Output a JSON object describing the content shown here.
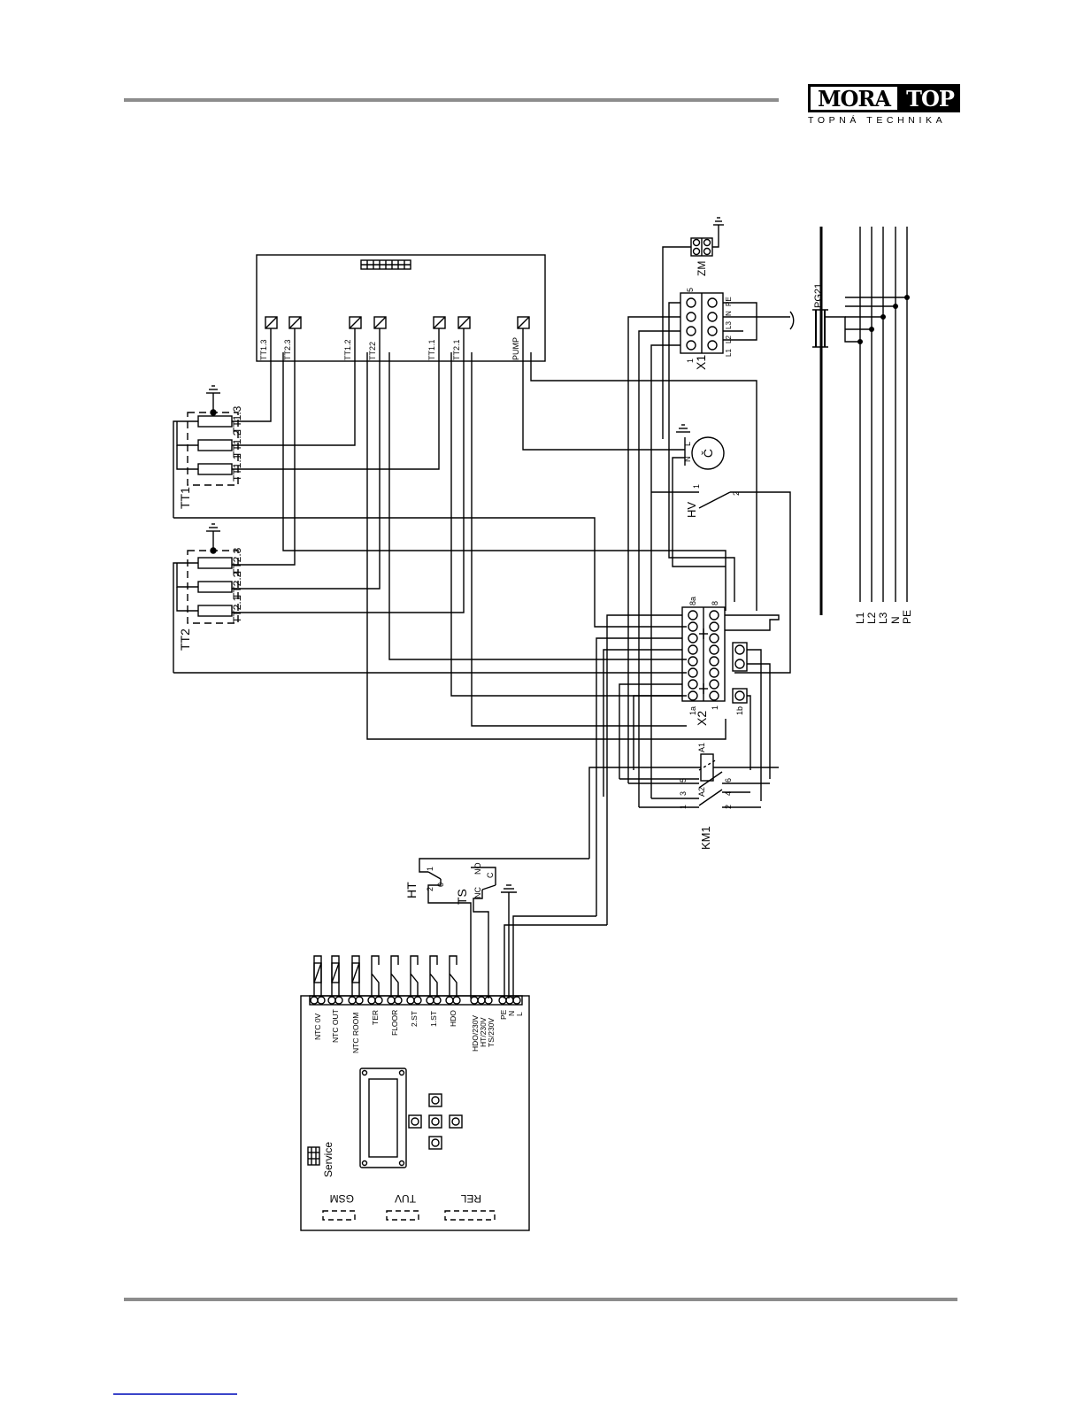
{
  "header": {
    "logo_left": "MORA",
    "logo_right": "TOP",
    "logo_tagline": "TOPNÁ TECHNIKA"
  },
  "board_top": {
    "terminals": [
      "TT1.3",
      "TT2.3",
      "TT1.2",
      "TT22",
      "TT1.1",
      "TT2.1",
      "PUMP"
    ]
  },
  "sensor_tt1": {
    "group": "TT1",
    "items": [
      "TT1.3",
      "TT1.2",
      "TT1.1"
    ]
  },
  "sensor_tt2": {
    "group": "TT2",
    "items": [
      "TT2.3",
      "TT2.2",
      "TT2.1"
    ]
  },
  "terminal_x1": {
    "label": "X1",
    "top_num": "1",
    "bottom_num": "5",
    "phases": [
      "L1",
      "L2",
      "L3",
      "N",
      "PE"
    ]
  },
  "terminal_zm": {
    "label": "ZM"
  },
  "gland": {
    "label": "PG21"
  },
  "supply_lines": [
    "L1",
    "L2",
    "L3",
    "N",
    "PE"
  ],
  "pump": {
    "symbol": "Č",
    "pins": [
      "N",
      "L"
    ]
  },
  "switch_hv": {
    "label": "HV",
    "pin1": "1",
    "pin2": "2"
  },
  "terminal_x2": {
    "label": "X2",
    "tags": [
      "8a",
      "8",
      "1a",
      "1",
      "1b"
    ]
  },
  "contactor": {
    "label": "KM1",
    "coil": [
      "A1",
      "A2"
    ],
    "pins_top": [
      "1",
      "3",
      "5"
    ],
    "pins_bottom": [
      "2",
      "4",
      "6"
    ]
  },
  "thermostat_ht": {
    "label": "HT",
    "pins": [
      "1",
      "2",
      "0"
    ]
  },
  "thermostat_ts": {
    "label": "TS",
    "pins": [
      "NO",
      "C",
      "NC"
    ]
  },
  "controller": {
    "terminals": [
      "NTC 0V",
      "NTC OUT",
      "NTC ROOM",
      "TER",
      "FLOOR",
      "2.ST",
      "1.ST",
      "HDO",
      "HDO/230V",
      "HT/230V",
      "TS/230V",
      "PE",
      "N",
      "L"
    ],
    "service": "Service",
    "slots": [
      "GSM",
      "TUV",
      "REL"
    ]
  }
}
